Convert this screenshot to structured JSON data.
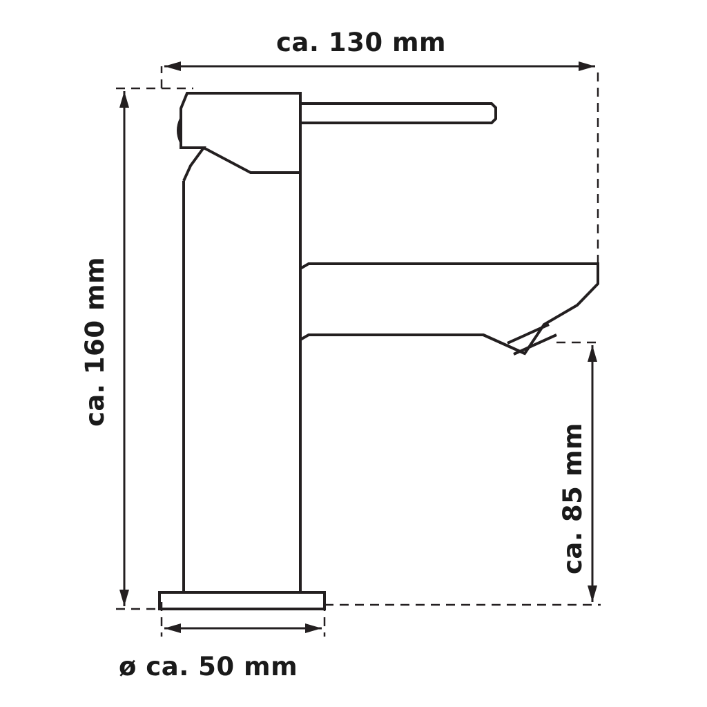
{
  "figure": {
    "type": "technical-dimension-drawing",
    "subject": "single-lever basin mixer tap",
    "background_color": "#ffffff",
    "line_color": "#231f20"
  },
  "dimensions": {
    "width": {
      "label": "ca. 130 mm",
      "value": 130,
      "unit": "mm",
      "orientation": "horizontal",
      "position": "top"
    },
    "height": {
      "label": "ca. 160 mm",
      "value": 160,
      "unit": "mm",
      "orientation": "vertical",
      "position": "left"
    },
    "spout_height": {
      "label": "ca. 85 mm",
      "value": 85,
      "unit": "mm",
      "orientation": "vertical",
      "position": "right"
    },
    "base_diameter": {
      "label": "ø ca. 50 mm",
      "value": 50,
      "unit": "mm",
      "orientation": "horizontal",
      "position": "bottom"
    }
  }
}
